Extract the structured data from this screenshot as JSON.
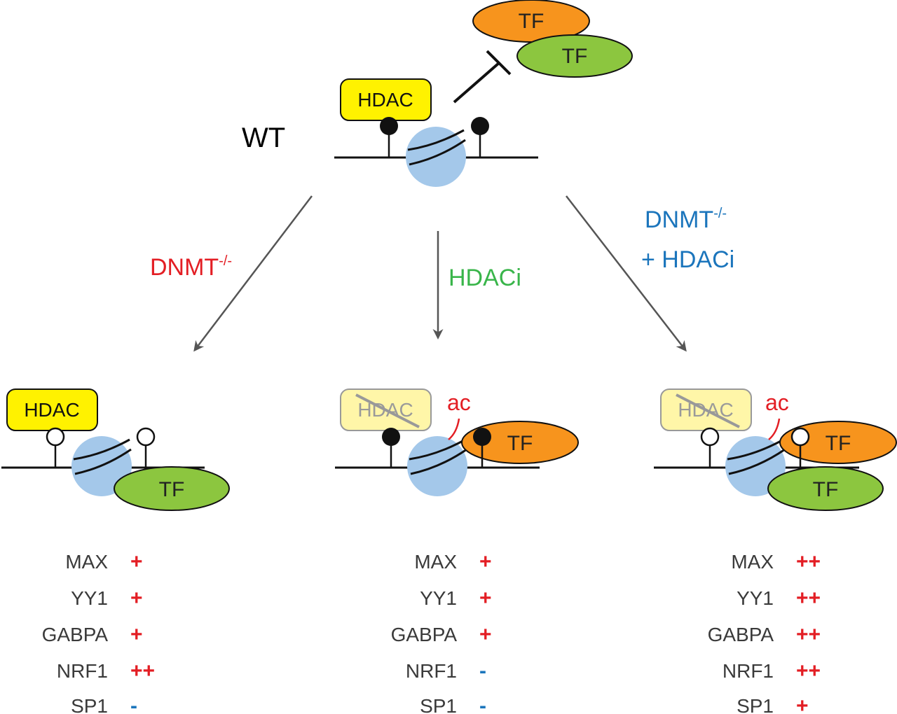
{
  "colors": {
    "tf_orange": "#f7941d",
    "tf_green": "#8cc63f",
    "hdac_yellow": "#fff200",
    "hdac_faded": "#fff6a8",
    "nucleosome_blue": "#a4c8ea",
    "arrow_gray": "#555555",
    "red": "#e31e24",
    "green": "#39b54a",
    "blue": "#1b75bc"
  },
  "top": {
    "condition": "WT",
    "hdac_label": "HDAC",
    "tf_label_1": "TF",
    "tf_label_2": "TF"
  },
  "arrows": {
    "left_label": "DNMT",
    "left_sup": "-/-",
    "middle_label": "HDACi",
    "right_label_line1": "DNMT",
    "right_sup": "-/-",
    "right_label_line2": "+ HDACi"
  },
  "panels": {
    "left": {
      "hdac_label": "HDAC",
      "tf_label": "TF"
    },
    "middle": {
      "hdac_label": "HDAC",
      "ac_label": "ac",
      "tf_label": "TF"
    },
    "right": {
      "hdac_label": "HDAC",
      "ac_label": "ac",
      "tf_label_1": "TF",
      "tf_label_2": "TF"
    }
  },
  "table": {
    "factors": [
      "MAX",
      "YY1",
      "GABPA",
      "NRF1",
      "SP1"
    ],
    "left": [
      "+",
      "+",
      "+",
      "++",
      "-"
    ],
    "middle": [
      "+",
      "+",
      "+",
      "-",
      "-"
    ],
    "right": [
      "++",
      "++",
      "++",
      "++",
      "+"
    ]
  }
}
